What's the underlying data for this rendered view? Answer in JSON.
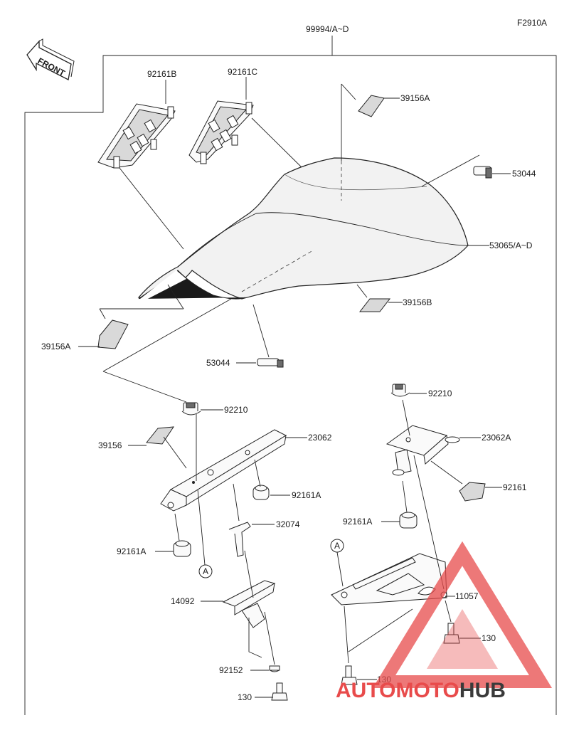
{
  "figure_id": "F2910A",
  "front_label": "FRONT",
  "assembly_ref": "99994/A~D",
  "parts": {
    "p92161B": "92161B",
    "p92161C": "92161C",
    "p39156A_top": "39156A",
    "p53044_top": "53044",
    "p53065": "53065/A~D",
    "p39156B": "39156B",
    "p39156A_left": "39156A",
    "p53044_mid": "53044",
    "p92210_left": "92210",
    "p92210_right": "92210",
    "p39156": "39156",
    "p23062": "23062",
    "p23062A": "23062A",
    "p92161": "92161",
    "p92161A_1": "92161A",
    "p92161A_2": "92161A",
    "p92161A_3": "92161A",
    "p32074": "32074",
    "p14092": "14092",
    "p11057": "11057",
    "p130_right": "130",
    "p130_bottom_right": "130",
    "p92152": "92152",
    "p130_bottom_left": "130"
  },
  "ref_marks": {
    "a_left": "A",
    "a_right": "A"
  },
  "watermark": {
    "part1": "AUTO",
    "part2": "MOTO",
    "part3": "HUB",
    "color_main": "#e84b4b",
    "color_dark": "#3a3a3a"
  }
}
